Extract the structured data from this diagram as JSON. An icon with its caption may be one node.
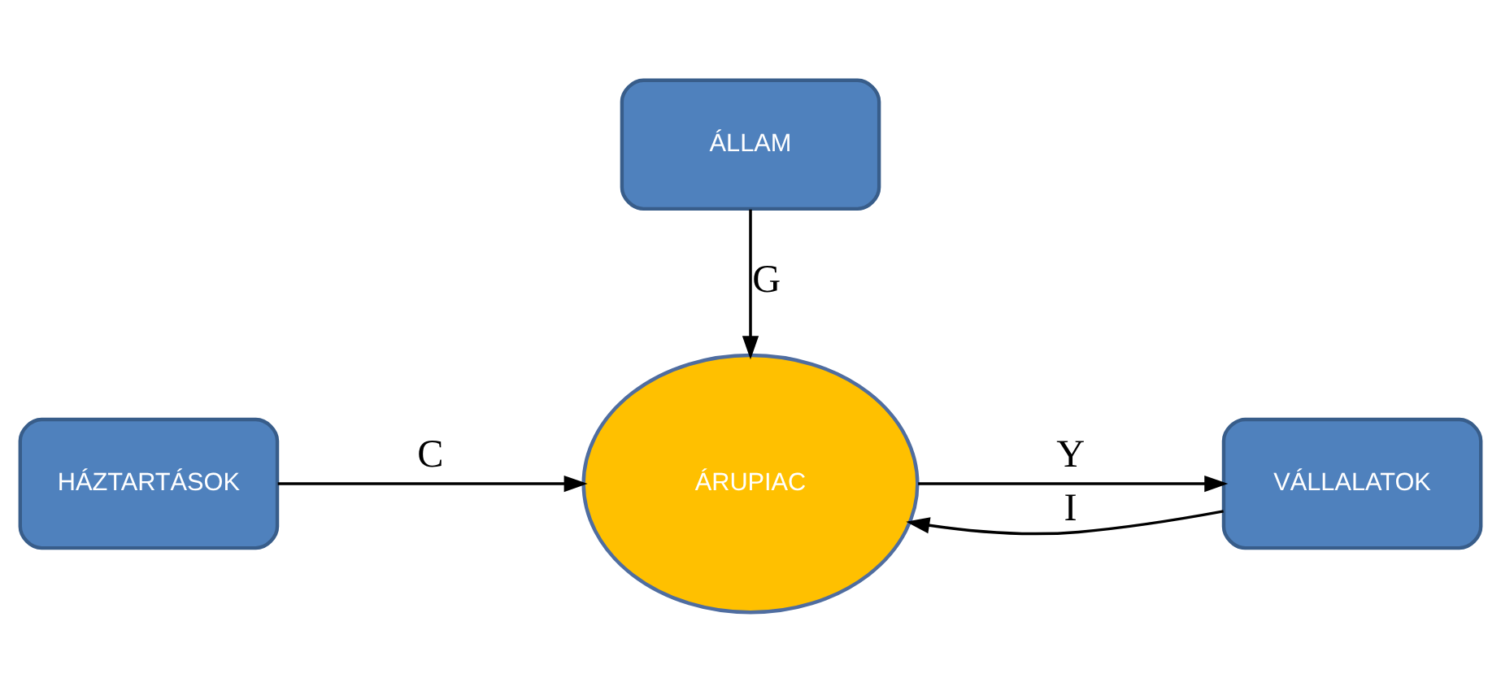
{
  "diagram": {
    "nodes": [
      {
        "text": [
          "ÁLLAM"
        ]
      },
      {
        "text": [
          "ÁRUPIAC"
        ]
      },
      {
        "text": [
          "HÁZTARTÁSOK"
        ]
      },
      {
        "text": [
          "VÁLLALATOK"
        ]
      }
    ],
    "edges": [
      {
        "from": 0,
        "to": 1,
        "arrow": "to",
        "label": "G"
      },
      {
        "from": 2,
        "to": 1,
        "arrow": "to",
        "label": "C"
      },
      {
        "from": 3,
        "to": 1,
        "arrow": "to",
        "label": "I"
      },
      {
        "from": 1,
        "to": 3,
        "arrow": "to",
        "label": "Y"
      }
    ]
  }
}
